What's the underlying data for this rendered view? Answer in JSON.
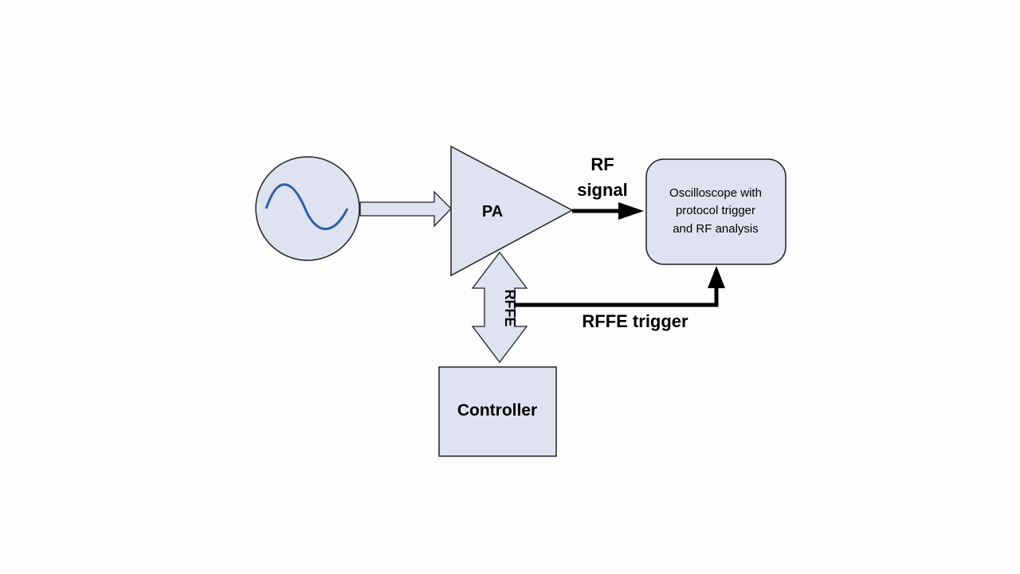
{
  "diagram": {
    "amplifier_label": "PA",
    "rf_signal_label_line1": "RF",
    "rf_signal_label_line2": "signal",
    "oscilloscope_line1": "Oscilloscope with",
    "oscilloscope_line2": "protocol trigger",
    "oscilloscope_line3": "and RF analysis",
    "rffe_bus_label": "RFFE",
    "rffe_trigger_label": "RFFE trigger",
    "controller_label": "Controller"
  },
  "colors": {
    "box_fill": "#dfe3f1",
    "outline": "#222222",
    "sine_wave": "#2e5fa8",
    "arrow_black": "#000000"
  },
  "icons": {
    "signal_source": "sine-wave-icon"
  }
}
